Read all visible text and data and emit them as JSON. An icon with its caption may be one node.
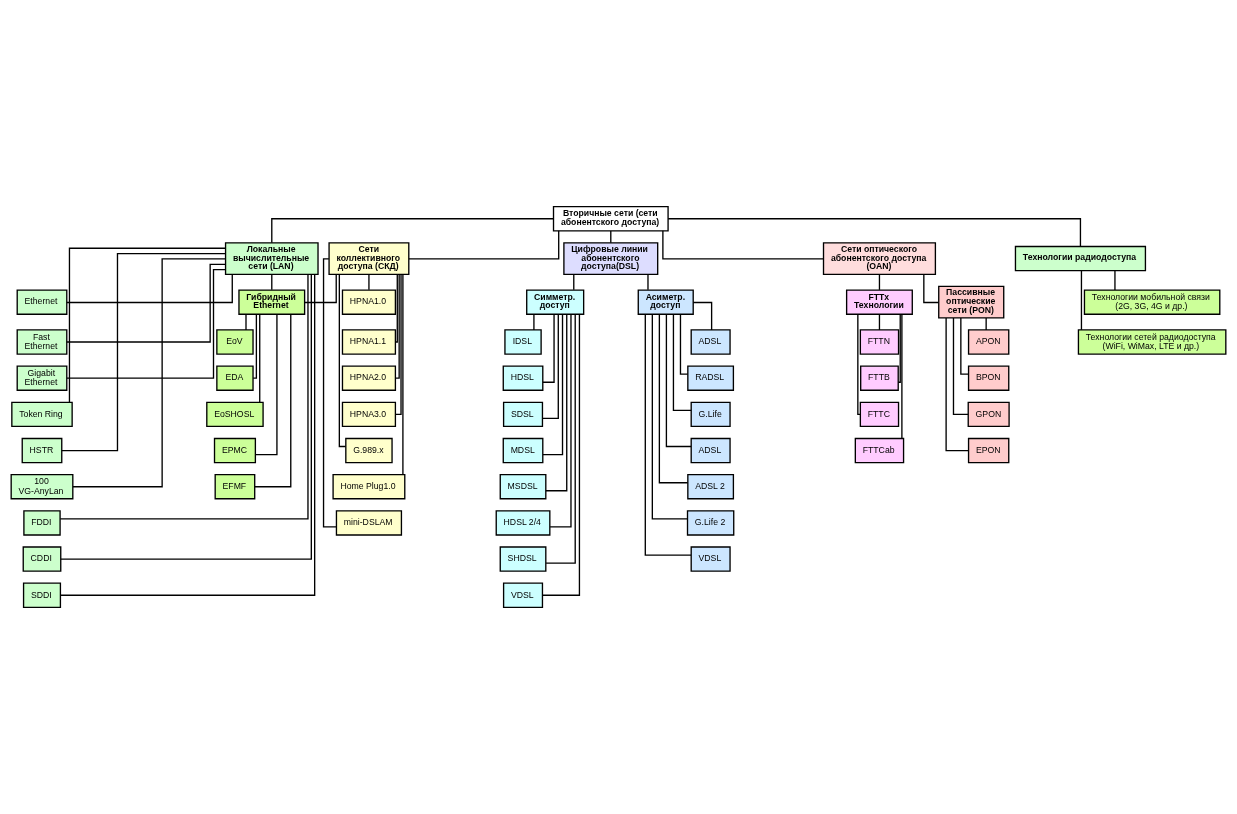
{
  "diagram": {
    "nodes": [
      {
        "text": [
          "Вторичные сети (сети абонентского доступа)"
        ]
      },
      {
        "text": [
          "Локальные вычислительные сети (LAN)"
        ]
      },
      {
        "text": [
          "Сети коллективного доступа (СКД)"
        ]
      },
      {
        "text": [
          "Цифровые линии абонентского доступа(DSL)"
        ]
      },
      {
        "text": [
          "Сети оптического абонентского доступа (OAN)"
        ]
      },
      {
        "text": [
          "Технологии радиодоступа"
        ]
      },
      {
        "text": [
          "Ethernet"
        ]
      },
      {
        "text": [
          "Fast Ethernet"
        ]
      },
      {
        "text": [
          "Gigabit Ethernet"
        ]
      },
      {
        "text": [
          "Token Ring"
        ]
      },
      {
        "text": [
          "HSTR"
        ]
      },
      {
        "text": [
          "100 VG-AnyLan"
        ]
      },
      {
        "text": [
          "FDDI"
        ]
      },
      {
        "text": [
          "CDDI"
        ]
      },
      {
        "text": [
          "SDDI"
        ]
      },
      {
        "text": [
          "Гибридный Ethernet"
        ]
      },
      {
        "text": [
          "EoV"
        ]
      },
      {
        "text": [
          "EDA"
        ]
      },
      {
        "text": [
          "EoSHOSL"
        ]
      },
      {
        "text": [
          "EPMC"
        ]
      },
      {
        "text": [
          "EFMF"
        ]
      },
      {
        "text": [
          "HPNA1.0"
        ]
      },
      {
        "text": [
          "HPNA1.1"
        ]
      },
      {
        "text": [
          "HPNA2.0"
        ]
      },
      {
        "text": [
          "HPNA3.0"
        ]
      },
      {
        "text": [
          "G.989.x"
        ]
      },
      {
        "text": [
          "Home Plug1.0"
        ]
      },
      {
        "text": [
          "mini-DSLAM"
        ]
      },
      {
        "text": [
          "Симметр. доступ"
        ]
      },
      {
        "text": [
          "Асиметр. доступ"
        ]
      },
      {
        "text": [
          "IDSL"
        ]
      },
      {
        "text": [
          "HDSL"
        ]
      },
      {
        "text": [
          "SDSL"
        ]
      },
      {
        "text": [
          "MDSL"
        ]
      },
      {
        "text": [
          "MSDSL"
        ]
      },
      {
        "text": [
          "HDSL 2/4"
        ]
      },
      {
        "text": [
          "SHDSL"
        ]
      },
      {
        "text": [
          "VDSL"
        ]
      },
      {
        "text": [
          "ADSL"
        ]
      },
      {
        "text": [
          "RADSL"
        ]
      },
      {
        "text": [
          "G.Life"
        ]
      },
      {
        "text": [
          "ADSL"
        ]
      },
      {
        "text": [
          "ADSL 2"
        ]
      },
      {
        "text": [
          "G.Life 2"
        ]
      },
      {
        "text": [
          "VDSL"
        ]
      },
      {
        "text": [
          "FTTx Технологии"
        ]
      },
      {
        "text": [
          "Пассивные оптические сети (PON)"
        ]
      },
      {
        "text": [
          "FTTN"
        ]
      },
      {
        "text": [
          "FTTB"
        ]
      },
      {
        "text": [
          "FTTC"
        ]
      },
      {
        "text": [
          "FTTCab"
        ]
      },
      {
        "text": [
          "APON"
        ]
      },
      {
        "text": [
          "BPON"
        ]
      },
      {
        "text": [
          "GPON"
        ]
      },
      {
        "text": [
          "EPON"
        ]
      },
      {
        "text": [
          "Технологии мобильной связи (2G, 3G, 4G и др.)"
        ]
      },
      {
        "text": [
          "Технологии сетей радиодоступа (WiFi, WiMax, LTE и др.)"
        ]
      }
    ],
    "edges": [
      {
        "from": 0,
        "to": 1,
        "arrow": "none"
      },
      {
        "from": 0,
        "to": 2,
        "arrow": "none"
      },
      {
        "from": 0,
        "to": 3,
        "arrow": "none"
      },
      {
        "from": 0,
        "to": 4,
        "arrow": "none"
      },
      {
        "from": 0,
        "to": 5,
        "arrow": "none"
      },
      {
        "from": 1,
        "to": 6,
        "arrow": "none"
      },
      {
        "from": 1,
        "to": 7,
        "arrow": "none"
      },
      {
        "from": 1,
        "to": 8,
        "arrow": "none"
      },
      {
        "from": 1,
        "to": 9,
        "arrow": "none"
      },
      {
        "from": 1,
        "to": 10,
        "arrow": "none"
      },
      {
        "from": 1,
        "to": 11,
        "arrow": "none"
      },
      {
        "from": 1,
        "to": 12,
        "arrow": "none"
      },
      {
        "from": 1,
        "to": 13,
        "arrow": "none"
      },
      {
        "from": 1,
        "to": 14,
        "arrow": "none"
      },
      {
        "from": 1,
        "to": 15,
        "arrow": "none"
      },
      {
        "from": 2,
        "to": 15,
        "arrow": "none"
      },
      {
        "from": 15,
        "to": 16,
        "arrow": "none"
      },
      {
        "from": 15,
        "to": 17,
        "arrow": "none"
      },
      {
        "from": 15,
        "to": 18,
        "arrow": "none"
      },
      {
        "from": 15,
        "to": 19,
        "arrow": "none"
      },
      {
        "from": 15,
        "to": 20,
        "arrow": "none"
      },
      {
        "from": 2,
        "to": 21,
        "arrow": "none"
      },
      {
        "from": 2,
        "to": 22,
        "arrow": "none"
      },
      {
        "from": 2,
        "to": 23,
        "arrow": "none"
      },
      {
        "from": 2,
        "to": 24,
        "arrow": "none"
      },
      {
        "from": 2,
        "to": 25,
        "arrow": "none"
      },
      {
        "from": 2,
        "to": 26,
        "arrow": "none"
      },
      {
        "from": 2,
        "to": 27,
        "arrow": "none"
      },
      {
        "from": 3,
        "to": 28,
        "arrow": "none"
      },
      {
        "from": 3,
        "to": 29,
        "arrow": "none"
      },
      {
        "from": 28,
        "to": 30,
        "arrow": "none"
      },
      {
        "from": 28,
        "to": 31,
        "arrow": "none"
      },
      {
        "from": 28,
        "to": 32,
        "arrow": "none"
      },
      {
        "from": 28,
        "to": 33,
        "arrow": "none"
      },
      {
        "from": 28,
        "to": 34,
        "arrow": "none"
      },
      {
        "from": 28,
        "to": 35,
        "arrow": "none"
      },
      {
        "from": 28,
        "to": 36,
        "arrow": "none"
      },
      {
        "from": 28,
        "to": 37,
        "arrow": "none"
      },
      {
        "from": 29,
        "to": 38,
        "arrow": "none"
      },
      {
        "from": 29,
        "to": 39,
        "arrow": "none"
      },
      {
        "from": 29,
        "to": 40,
        "arrow": "none"
      },
      {
        "from": 29,
        "to": 41,
        "arrow": "none"
      },
      {
        "from": 29,
        "to": 42,
        "arrow": "none"
      },
      {
        "from": 29,
        "to": 43,
        "arrow": "none"
      },
      {
        "from": 29,
        "to": 44,
        "arrow": "none"
      },
      {
        "from": 4,
        "to": 45,
        "arrow": "none"
      },
      {
        "from": 4,
        "to": 46,
        "arrow": "none"
      },
      {
        "from": 45,
        "to": 47,
        "arrow": "none"
      },
      {
        "from": 45,
        "to": 48,
        "arrow": "none"
      },
      {
        "from": 45,
        "to": 49,
        "arrow": "none"
      },
      {
        "from": 45,
        "to": 50,
        "arrow": "none"
      },
      {
        "from": 46,
        "to": 51,
        "arrow": "none"
      },
      {
        "from": 46,
        "to": 52,
        "arrow": "none"
      },
      {
        "from": 46,
        "to": 53,
        "arrow": "none"
      },
      {
        "from": 46,
        "to": 54,
        "arrow": "none"
      },
      {
        "from": 5,
        "to": 55,
        "arrow": "none"
      },
      {
        "from": 5,
        "to": 56,
        "arrow": "none"
      }
    ]
  }
}
